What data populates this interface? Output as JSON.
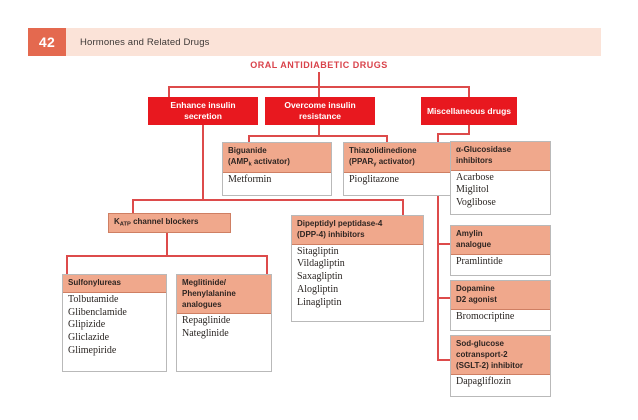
{
  "header": {
    "chapter_number": "42",
    "chapter_title": "Hormones and Related Drugs",
    "accent_color": "#e4694f",
    "bar_color": "#fbe3d8"
  },
  "diagram": {
    "title": "ORAL ANTIDIABETIC DRUGS",
    "title_color": "#d9424a",
    "line_color": "#dd4b4b",
    "level1_box_color": "#e8181f",
    "card_header_color": "#f0a88c",
    "type": "tree-flowchart"
  },
  "level1": [
    {
      "id": "enhance-insulin-secretion",
      "label": "Enhance insulin secretion"
    },
    {
      "id": "overcome-insulin-resistance",
      "label": "Overcome insulin resistance"
    },
    {
      "id": "miscellaneous-drugs",
      "label": "Miscellaneous drugs"
    }
  ],
  "cards": {
    "biguanide": {
      "title_line1": "Biguanide",
      "title_line2_pre": "(AMP",
      "title_line2_sub": "k",
      "title_line2_post": " activator)",
      "drugs": [
        "Metformin"
      ]
    },
    "thiazolidinedione": {
      "title_line1": "Thiazolidinedione",
      "title_line2_pre": "(PPAR",
      "title_line2_sub": "γ",
      "title_line2_post": " activator)",
      "drugs": [
        "Pioglitazone"
      ]
    },
    "alpha_glucosidase": {
      "title_line1": "α-Glucosidase",
      "title_line2": "inhibitors",
      "drugs": [
        "Acarbose",
        "Miglitol",
        "Voglibose"
      ]
    },
    "amylin": {
      "title_line1": "Amylin",
      "title_line2": "analogue",
      "drugs": [
        "Pramlintide"
      ]
    },
    "dopamine": {
      "title_line1": "Dopamine",
      "title_line2": "D2 agonist",
      "drugs": [
        "Bromocriptine"
      ]
    },
    "sglt2": {
      "title_line1": "Sod-glucose",
      "title_line2": "cotransport-2",
      "title_line3": "(SGLT-2) inhibitor",
      "drugs": [
        "Dapagliflozin"
      ]
    },
    "dpp4": {
      "title_line1": "Dipeptidyl peptidase-4",
      "title_line2": "(DPP-4) inhibitors",
      "drugs": [
        "Sitagliptin",
        "Vildagliptin",
        "Saxagliptin",
        "Alogliptin",
        "Linagliptin"
      ]
    },
    "sulfonylureas": {
      "title_line1": "Sulfonylureas",
      "drugs": [
        "Tolbutamide",
        "Glibenclamide",
        "Glipizide",
        "Gliclazide",
        "Glimepiride"
      ]
    },
    "meglitinide": {
      "title_line1": "Meglitinide/",
      "title_line2": "Phenylalanine",
      "title_line3": "analogues",
      "drugs": [
        "Repaglinide",
        "Nateglinide"
      ]
    }
  },
  "pills": {
    "katp": {
      "pre": "K",
      "sub": "ATP",
      "post": " channel blockers"
    }
  }
}
